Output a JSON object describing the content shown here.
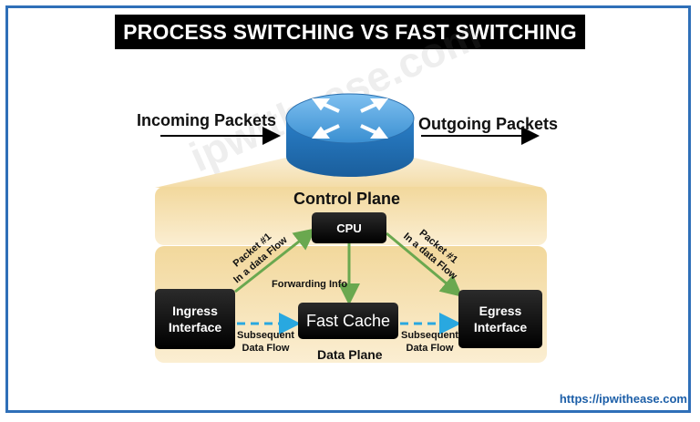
{
  "title": "PROCESS SWITCHING VS FAST SWITCHING",
  "labels": {
    "incoming": "Incoming Packets",
    "outgoing": "Outgoing Packets",
    "control_plane": "Control Plane",
    "data_plane": "Data Plane",
    "cpu": "CPU",
    "ingress": "Ingress\nInterface",
    "egress": "Egress\nInterface",
    "fast_cache": "Fast Cache",
    "forwarding_info": "Forwarding  Info",
    "packet_left": "Packet #1\nIn a data Flow",
    "packet_right": "Packet #1\nIn a data Flow",
    "subsequent_left": "Subsequent\nData Flow",
    "subsequent_right": "Subsequent\nData Flow"
  },
  "watermark": "ipwithease.com",
  "url": "https://ipwithease.com",
  "colors": {
    "frame": "#2f6fb8",
    "plane": "#f2d89c",
    "green_arrow": "#6aa84f",
    "dashed_arrow": "#29a8e0",
    "router": "#3a8fd1"
  }
}
